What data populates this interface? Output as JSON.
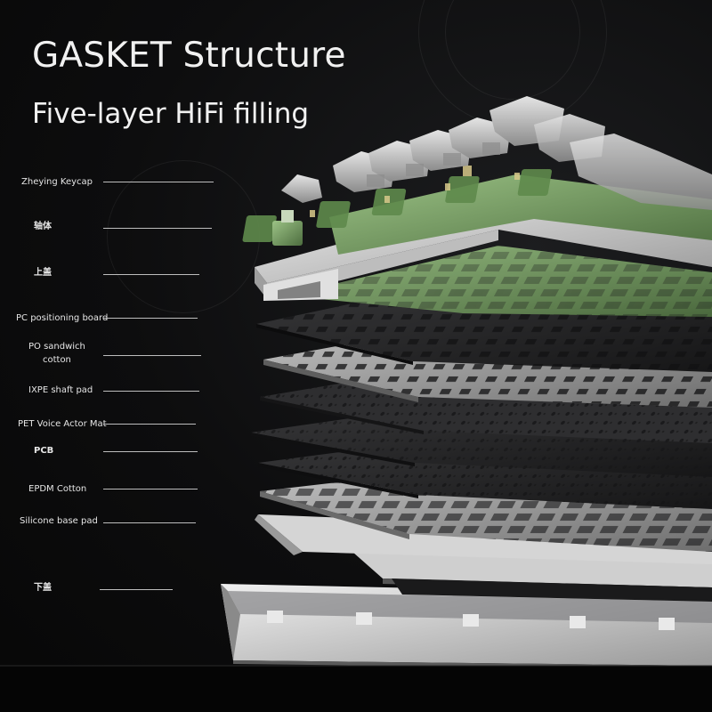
{
  "header": {
    "title": "GASKET Structure",
    "subtitle": "Five-layer HiFi filling"
  },
  "layers": [
    {
      "id": "keycap",
      "label": "Zheying Keycap"
    },
    {
      "id": "switch",
      "label": "轴体"
    },
    {
      "id": "top-case",
      "label": "上盖"
    },
    {
      "id": "pc-board",
      "label": "PC positioning board"
    },
    {
      "id": "po-cotton",
      "label": "PO sandwich\ncotton"
    },
    {
      "id": "ixpe-pad",
      "label": "IXPE shaft pad"
    },
    {
      "id": "pet-mat",
      "label": "PET Voice Actor Mat"
    },
    {
      "id": "pcb",
      "label": "PCB"
    },
    {
      "id": "epdm",
      "label": "EPDM Cotton"
    },
    {
      "id": "silicone",
      "label": "Silicone base pad"
    },
    {
      "id": "bottom-case",
      "label": "下盖"
    }
  ],
  "colors": {
    "background": "#0b0b0c",
    "text": "#f1f1f1",
    "switch_green": "#7fa56a",
    "case_white": "#d9d9d9",
    "plate_dark": "#2a2a2c"
  }
}
